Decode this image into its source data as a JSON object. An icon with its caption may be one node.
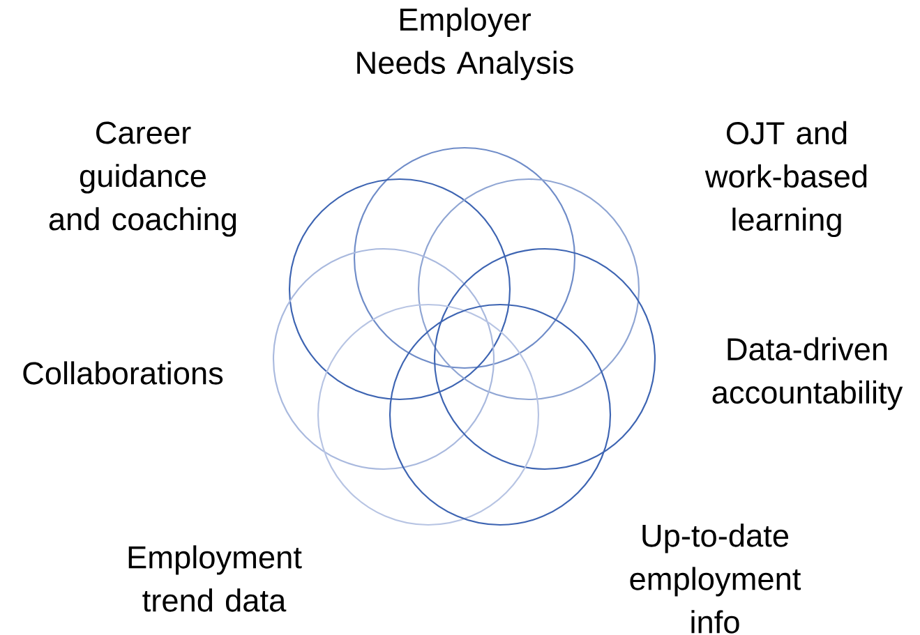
{
  "diagram": {
    "nodes": [
      {
        "text": [],
        "shape": "circle"
      },
      {
        "text": [],
        "shape": "circle"
      },
      {
        "text": [],
        "shape": "circle"
      },
      {
        "text": [],
        "shape": "circle"
      },
      {
        "text": [],
        "shape": "circle"
      },
      {
        "text": [],
        "shape": "circle"
      },
      {
        "text": [],
        "shape": "circle"
      }
    ],
    "labels": [
      "Employer Needs Analysis",
      "Career guidance and coaching",
      "OJT and work-based learning",
      "Collaborations",
      "Data-driven accountability",
      "Employment trend data",
      "Up-to-date employment info"
    ]
  }
}
